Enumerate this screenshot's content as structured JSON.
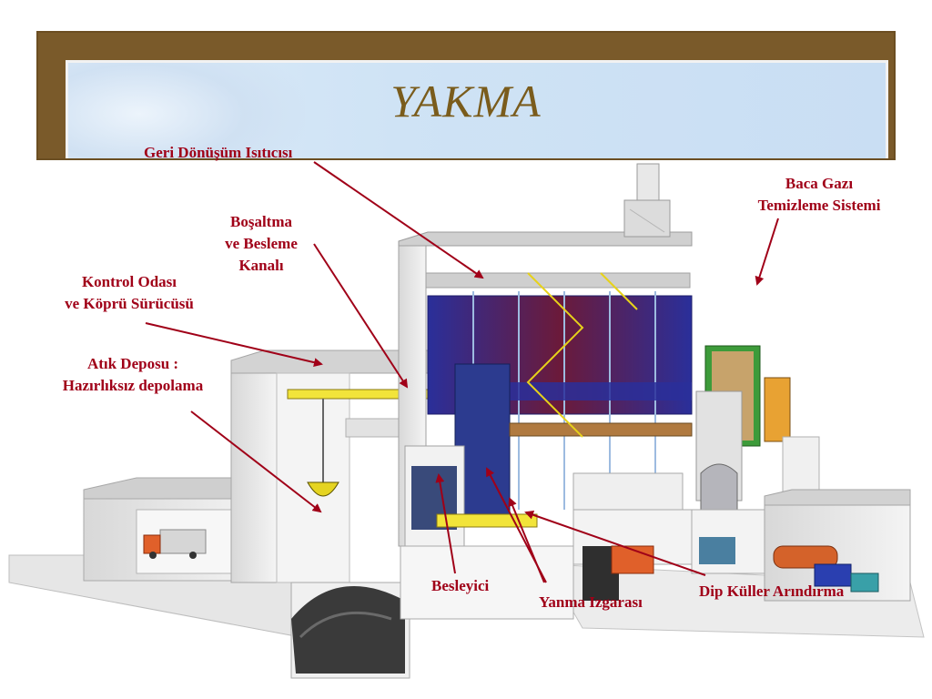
{
  "title": "YAKMA",
  "labels": {
    "geri_donusum": "Geri Dönüşüm Isıtıcısı",
    "baca_gazi_1": "Baca Gazı",
    "baca_gazi_2": "Temizleme Sistemi",
    "bosaltma_1": "Boşaltma",
    "bosaltma_2": "ve Besleme",
    "bosaltma_3": "Kanalı",
    "kontrol_1": "Kontrol Odası",
    "kontrol_2": "ve Köprü Sürücüsü",
    "atik_1": "Atık Deposu :",
    "atik_2": "Hazırlıksız depolama",
    "besleyici": "Besleyici",
    "yanma": "Yanma Izgarası",
    "dip_kuller": "Dip Küller Arındırma"
  },
  "colors": {
    "label": "#a00018",
    "title": "#7a5c1c",
    "frame": "#7a5a2a",
    "arrow": "#a00018"
  }
}
